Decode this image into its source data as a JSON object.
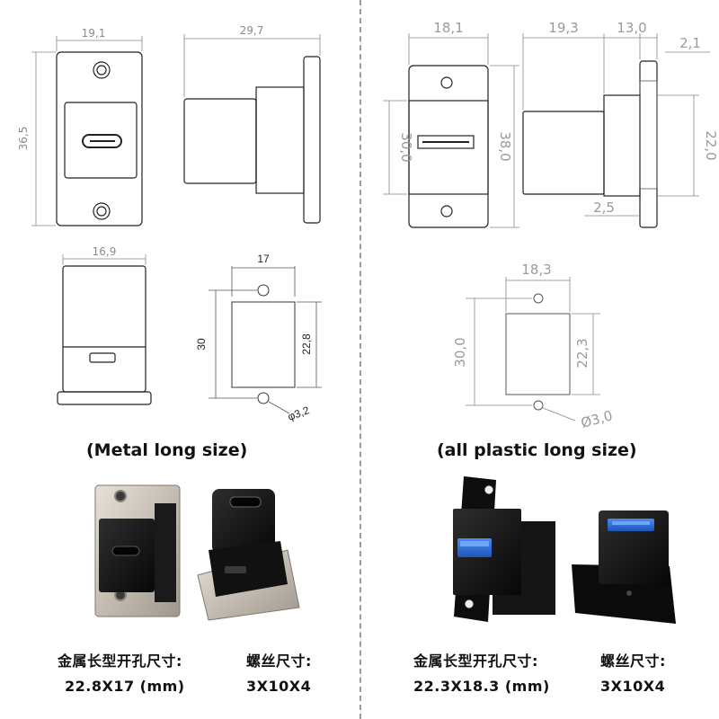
{
  "metal": {
    "dims": {
      "front_width": "19,1",
      "front_height": "36,5",
      "side_length": "29,7",
      "top_width": "16,9",
      "cutout_width": "17",
      "cutout_height": "30",
      "cutout_inner_height": "22,8",
      "hole_diameter": "φ3,2"
    },
    "caption": "(Metal long size)",
    "spec_label_left": "金属长型开孔尺寸:",
    "spec_value_left": "22.8X17 (mm)",
    "spec_label_right": "螺丝尺寸:",
    "spec_value_right": "3X10X4"
  },
  "plastic": {
    "dims": {
      "front_width": "18,1",
      "front_inner_height": "30,0",
      "front_height": "38,0",
      "side_body": "19,3",
      "side_flange": "13,0",
      "side_thickness": "2,1",
      "side_height": "22,0",
      "side_step": "2,5",
      "cutout_width": "18,3",
      "cutout_height": "30,0",
      "cutout_inner_height": "22,3",
      "hole_diameter": "Ø3,0"
    },
    "caption": "(all plastic long size)",
    "spec_label_left": "金属长型开孔尺寸:",
    "spec_value_left": "22.3X18.3 (mm)",
    "spec_label_right": "螺丝尺寸:",
    "spec_value_right": "3X10X4"
  },
  "colors": {
    "usb_blue": "#2d6fd6",
    "metal_plate": "#c9c2b8",
    "black_plastic": "#141414"
  }
}
